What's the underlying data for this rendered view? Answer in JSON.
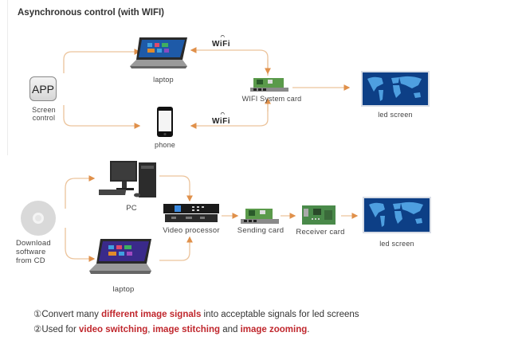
{
  "section_top": {
    "title": "Asynchronous control (with WIFI)",
    "app_icon": {
      "icon": "app-icon",
      "text": "APP"
    },
    "app_label": [
      "Screen",
      "control"
    ],
    "laptop_label": "laptop",
    "phone_label": "phone",
    "wifi_labels": [
      "WiFi",
      "WiFi"
    ],
    "wifi_card_label": "WIFI System card",
    "led_screen_label": "led screen"
  },
  "section_bottom": {
    "cd_label": [
      "Download",
      "software",
      "from CD"
    ],
    "pc_label": "PC",
    "laptop_label": "laptop",
    "video_processor_label": "Video processor",
    "sending_card_label": "Sending card",
    "receiver_card_label": "Receiver card",
    "led_screen_label": "led screen"
  },
  "notes": [
    {
      "marker": "①",
      "parts": [
        {
          "text": "Convert many ",
          "highlight": false
        },
        {
          "text": "different image signals",
          "highlight": true
        },
        {
          "text": " into acceptable signals for led screens",
          "highlight": false
        }
      ]
    },
    {
      "marker": "②",
      "parts": [
        {
          "text": "Used for ",
          "highlight": false
        },
        {
          "text": "video switching",
          "highlight": true
        },
        {
          "text": ", ",
          "highlight": false
        },
        {
          "text": "image stitching",
          "highlight": true
        },
        {
          "text": " and ",
          "highlight": false
        },
        {
          "text": "image zooming",
          "highlight": true
        },
        {
          "text": ".",
          "highlight": false
        }
      ]
    }
  ],
  "colors": {
    "connector": "#e8b88a",
    "arrowhead": "#e0904a",
    "highlight": "#c0272d",
    "screen_blue": "#0d3f86"
  }
}
